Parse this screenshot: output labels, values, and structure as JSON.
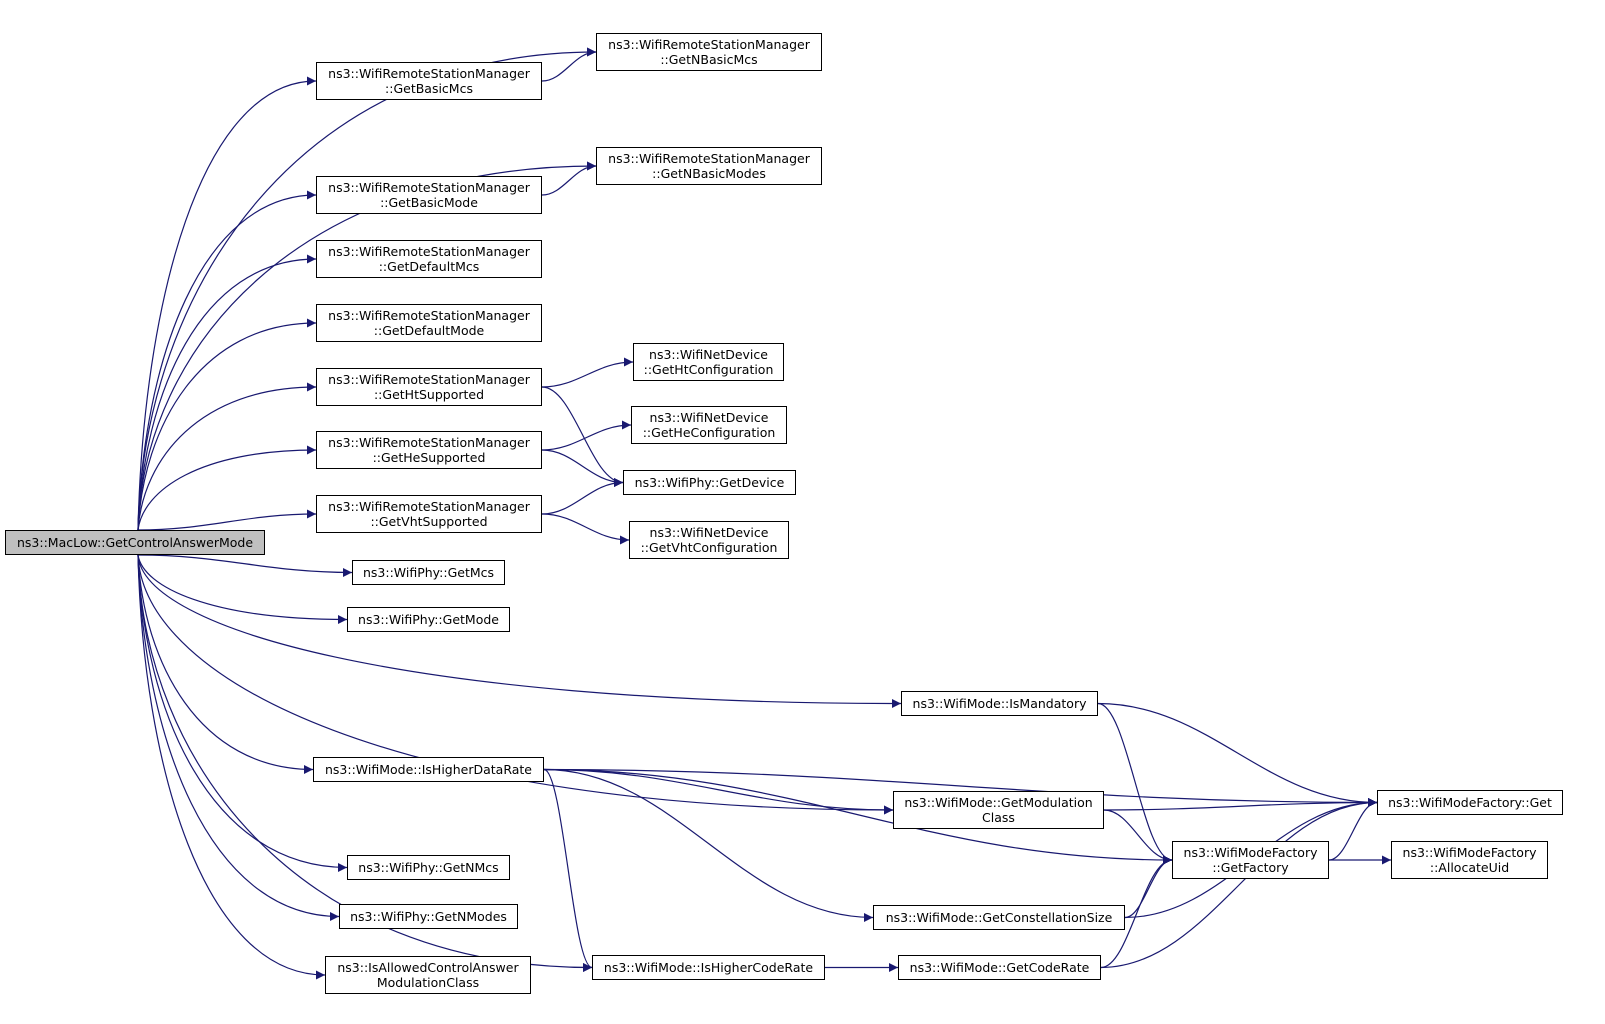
{
  "colors": {
    "edge": "#191970",
    "root_fill": "#bfbfbf",
    "node_fill": "#ffffff",
    "border": "#000000"
  },
  "nodes": {
    "root": [
      "ns3::MacLow::GetControlAnswerMode"
    ],
    "getNBasicMcs": [
      "ns3::WifiRemoteStationManager",
      "::GetNBasicMcs"
    ],
    "getBasicMcs": [
      "ns3::WifiRemoteStationManager",
      "::GetBasicMcs"
    ],
    "getNBasicModes": [
      "ns3::WifiRemoteStationManager",
      "::GetNBasicModes"
    ],
    "getBasicMode": [
      "ns3::WifiRemoteStationManager",
      "::GetBasicMode"
    ],
    "getDefaultMcs": [
      "ns3::WifiRemoteStationManager",
      "::GetDefaultMcs"
    ],
    "getDefaultMode": [
      "ns3::WifiRemoteStationManager",
      "::GetDefaultMode"
    ],
    "getHtSupported": [
      "ns3::WifiRemoteStationManager",
      "::GetHtSupported"
    ],
    "getHeSupported": [
      "ns3::WifiRemoteStationManager",
      "::GetHeSupported"
    ],
    "getVhtSupported": [
      "ns3::WifiRemoteStationManager",
      "::GetVhtSupported"
    ],
    "getHtConfiguration": [
      "ns3::WifiNetDevice",
      "::GetHtConfiguration"
    ],
    "getHeConfiguration": [
      "ns3::WifiNetDevice",
      "::GetHeConfiguration"
    ],
    "getDevice": [
      "ns3::WifiPhy::GetDevice"
    ],
    "getVhtConfiguration": [
      "ns3::WifiNetDevice",
      "::GetVhtConfiguration"
    ],
    "getMcs": [
      "ns3::WifiPhy::GetMcs"
    ],
    "getMode": [
      "ns3::WifiPhy::GetMode"
    ],
    "isMandatory": [
      "ns3::WifiMode::IsMandatory"
    ],
    "isHigherDataRate": [
      "ns3::WifiMode::IsHigherDataRate"
    ],
    "getModulationClass": [
      "ns3::WifiMode::GetModulation",
      "Class"
    ],
    "factoryGet": [
      "ns3::WifiModeFactory::Get"
    ],
    "getFactory": [
      "ns3::WifiModeFactory",
      "::GetFactory"
    ],
    "allocateUid": [
      "ns3::WifiModeFactory",
      "::AllocateUid"
    ],
    "getNMcs": [
      "ns3::WifiPhy::GetNMcs"
    ],
    "getNModes": [
      "ns3::WifiPhy::GetNModes"
    ],
    "getConstellationSize": [
      "ns3::WifiMode::GetConstellationSize"
    ],
    "isAllowed": [
      "ns3::IsAllowedControlAnswer",
      "ModulationClass"
    ],
    "isHigherCodeRate": [
      "ns3::WifiMode::IsHigherCodeRate"
    ],
    "getCodeRate": [
      "ns3::WifiMode::GetCodeRate"
    ]
  },
  "edges": [
    [
      "root",
      "getNBasicMcs"
    ],
    [
      "root",
      "getBasicMcs"
    ],
    [
      "root",
      "getNBasicModes"
    ],
    [
      "root",
      "getBasicMode"
    ],
    [
      "root",
      "getDefaultMcs"
    ],
    [
      "root",
      "getDefaultMode"
    ],
    [
      "root",
      "getHtSupported"
    ],
    [
      "root",
      "getHeSupported"
    ],
    [
      "root",
      "getVhtSupported"
    ],
    [
      "root",
      "getMcs"
    ],
    [
      "root",
      "getMode"
    ],
    [
      "root",
      "isMandatory"
    ],
    [
      "root",
      "getModulationClass"
    ],
    [
      "root",
      "isHigherDataRate"
    ],
    [
      "root",
      "getNMcs"
    ],
    [
      "root",
      "getNModes"
    ],
    [
      "root",
      "isAllowed"
    ],
    [
      "root",
      "isHigherCodeRate"
    ],
    [
      "getBasicMcs",
      "getNBasicMcs"
    ],
    [
      "getBasicMode",
      "getNBasicModes"
    ],
    [
      "getHtSupported",
      "getHtConfiguration"
    ],
    [
      "getHtSupported",
      "getDevice"
    ],
    [
      "getHeSupported",
      "getHeConfiguration"
    ],
    [
      "getHeSupported",
      "getDevice"
    ],
    [
      "getVhtSupported",
      "getDevice"
    ],
    [
      "getVhtSupported",
      "getVhtConfiguration"
    ],
    [
      "isMandatory",
      "factoryGet"
    ],
    [
      "isMandatory",
      "getFactory"
    ],
    [
      "isHigherDataRate",
      "factoryGet"
    ],
    [
      "isHigherDataRate",
      "getModulationClass"
    ],
    [
      "isHigherDataRate",
      "getFactory"
    ],
    [
      "isHigherDataRate",
      "getConstellationSize"
    ],
    [
      "isHigherDataRate",
      "isHigherCodeRate"
    ],
    [
      "getModulationClass",
      "factoryGet"
    ],
    [
      "getModulationClass",
      "getFactory"
    ],
    [
      "getFactory",
      "factoryGet"
    ],
    [
      "getFactory",
      "allocateUid"
    ],
    [
      "getConstellationSize",
      "getFactory"
    ],
    [
      "getConstellationSize",
      "factoryGet"
    ],
    [
      "isHigherCodeRate",
      "getCodeRate"
    ],
    [
      "getCodeRate",
      "getFactory"
    ],
    [
      "getCodeRate",
      "factoryGet"
    ]
  ]
}
